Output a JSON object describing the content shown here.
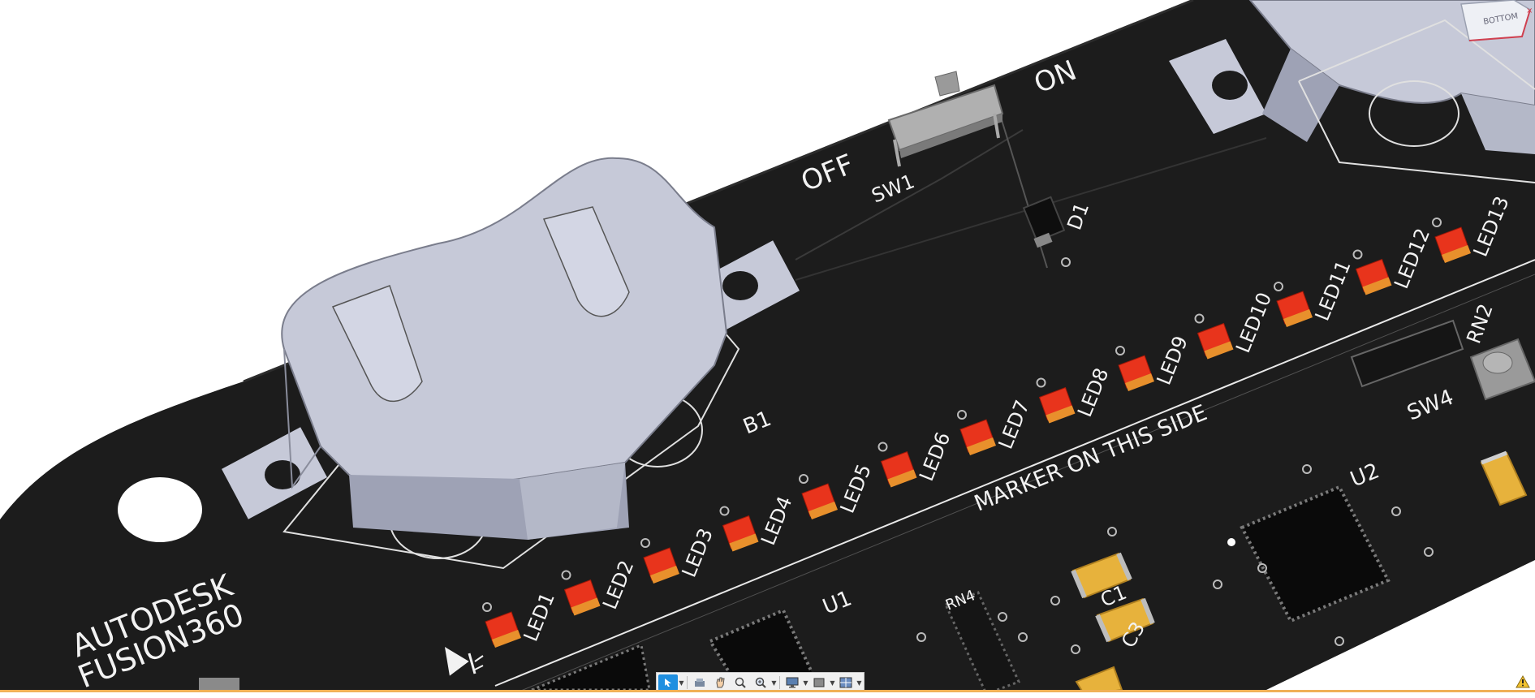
{
  "board": {
    "brand_line1": "AUTODESK",
    "brand_line2": "FUSION360",
    "switch_off": "OFF",
    "switch_on": "ON",
    "sw1": "SW1",
    "d1": "D1",
    "b1": "B1",
    "marker": "MARKER ON THIS SIDE",
    "sw4": "SW4",
    "rn2": "RN2",
    "u1": "U1",
    "u2": "U2",
    "c1": "C1",
    "c3": "C3",
    "rn4": "RN4",
    "leds": [
      "LED1",
      "LED2",
      "LED3",
      "LED4",
      "LED5",
      "LED6",
      "LED7",
      "LED8",
      "LED9",
      "LED10",
      "LED11",
      "LED12",
      "LED13"
    ]
  },
  "viewcube": {
    "face_label": "BOTTOM"
  },
  "toolbar": {
    "icons": [
      "select-icon",
      "orbit-icon",
      "pan-icon",
      "look-at-icon",
      "zoom-icon",
      "display-icon",
      "visual-style-icon",
      "grid-icon"
    ]
  },
  "colors": {
    "board": "#1c1c1c",
    "silkscreen": "#f2f2f2",
    "led": "#e8341c",
    "holder": "#c6c9d8",
    "cap": "#e7b23c",
    "status_orange": "#f0b056",
    "active_tool": "#1f8fe0"
  }
}
